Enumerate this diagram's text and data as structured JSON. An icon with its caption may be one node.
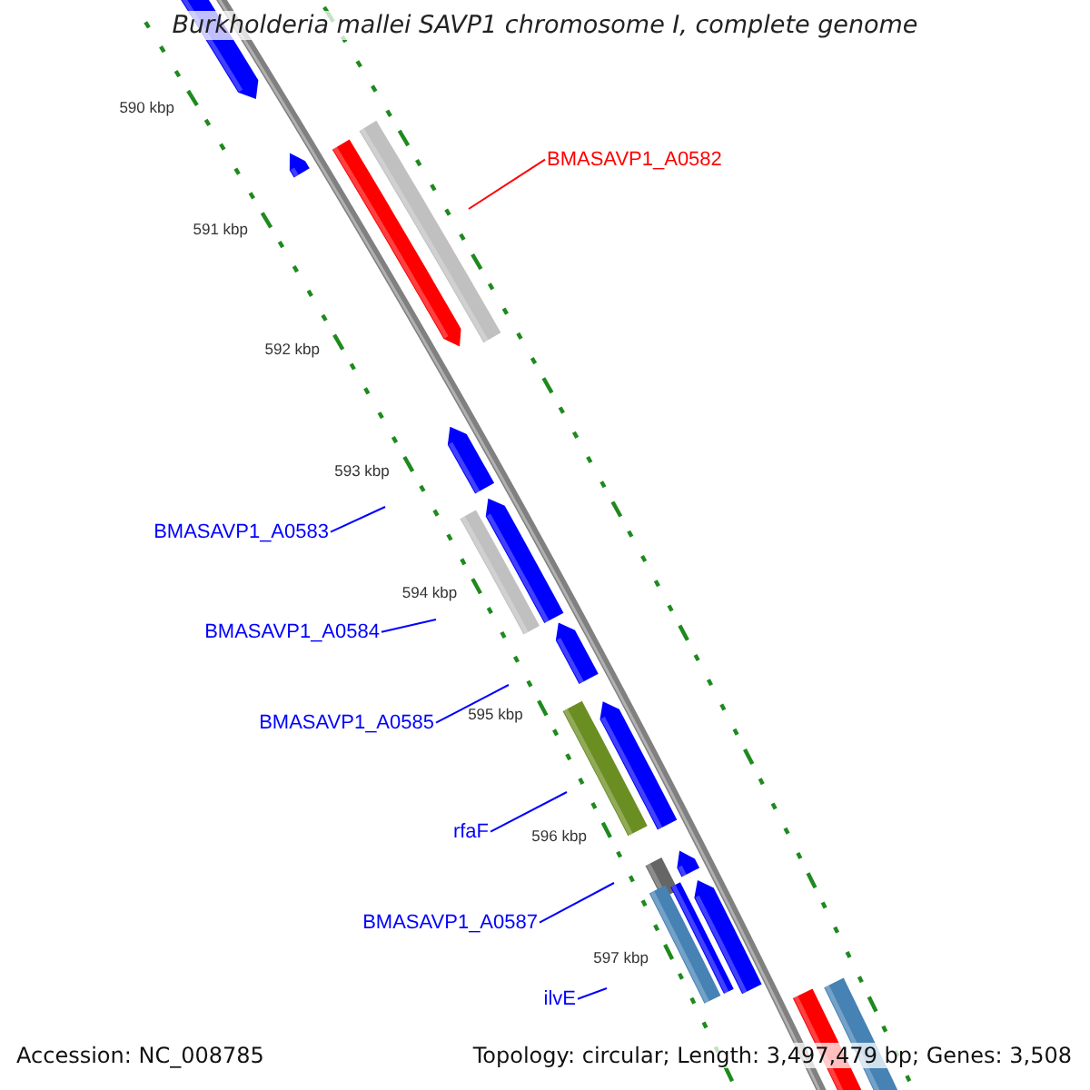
{
  "diagram": {
    "title": "Burkholderia mallei SAVP1 chromosome I, complete genome",
    "nodes": [
      {
        "text": [
          "BMASAVP1_A0582"
        ]
      },
      {
        "text": [
          "BMASAVP1_A0583"
        ]
      },
      {
        "text": [
          "BMASAVP1_A0584"
        ]
      },
      {
        "text": [
          "BMASAVP1_A0585"
        ]
      },
      {
        "text": [
          "rfaF"
        ]
      },
      {
        "text": [
          "BMASAVP1_A0587"
        ]
      },
      {
        "text": [
          "ilvE"
        ]
      }
    ],
    "edges": [
      {
        "from": 0,
        "to": null,
        "arrow": "none",
        "color": "#ff0000"
      },
      {
        "from": 1,
        "to": null,
        "arrow": "none"
      },
      {
        "from": 2,
        "to": null,
        "arrow": "none"
      },
      {
        "from": 3,
        "to": null,
        "arrow": "none"
      },
      {
        "from": 4,
        "to": null,
        "arrow": "none"
      },
      {
        "from": 5,
        "to": null,
        "arrow": "none"
      },
      {
        "from": 6,
        "to": null,
        "arrow": "none"
      }
    ],
    "labels": [
      "590 kbp",
      "591 kbp",
      "592 kbp",
      "593 kbp",
      "594 kbp",
      "595 kbp",
      "596 kbp",
      "597 kbp",
      "Accession: NC_008785",
      "Topology: circular; Length: 3,497,479 bp; Genes: 3,508"
    ]
  }
}
